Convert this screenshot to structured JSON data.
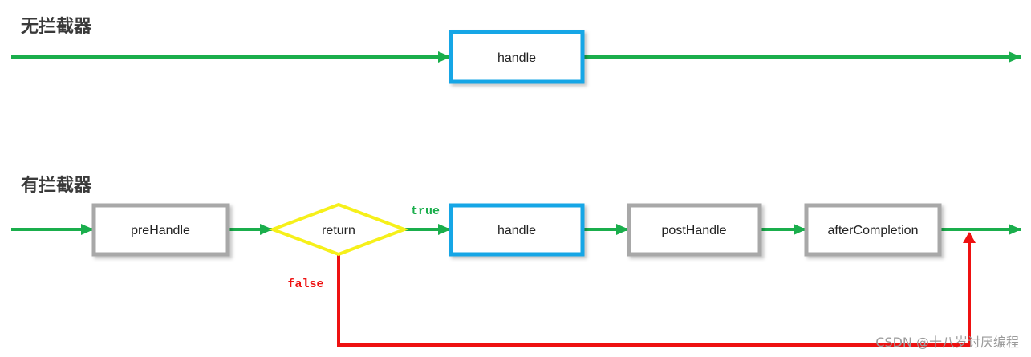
{
  "sections": {
    "without": {
      "title": "无拦截器"
    },
    "with": {
      "title": "有拦截器"
    }
  },
  "nodes": {
    "top_handle": "handle",
    "pre_handle": "preHandle",
    "return_decision": "return",
    "handle": "handle",
    "post_handle": "postHandle",
    "after_completion": "afterCompletion"
  },
  "branches": {
    "true_label": "true",
    "false_label": "false"
  },
  "watermark": "CSDN @十八岁讨厌编程",
  "colors": {
    "flow_arrow": "#1aae4c",
    "false_arrow": "#ee1111",
    "true_text": "#1aae4c",
    "false_text": "#ee1111",
    "handle_border": "#19a6e6",
    "interceptor_border": "#a8a8a8",
    "decision_border": "#f6f01a"
  }
}
